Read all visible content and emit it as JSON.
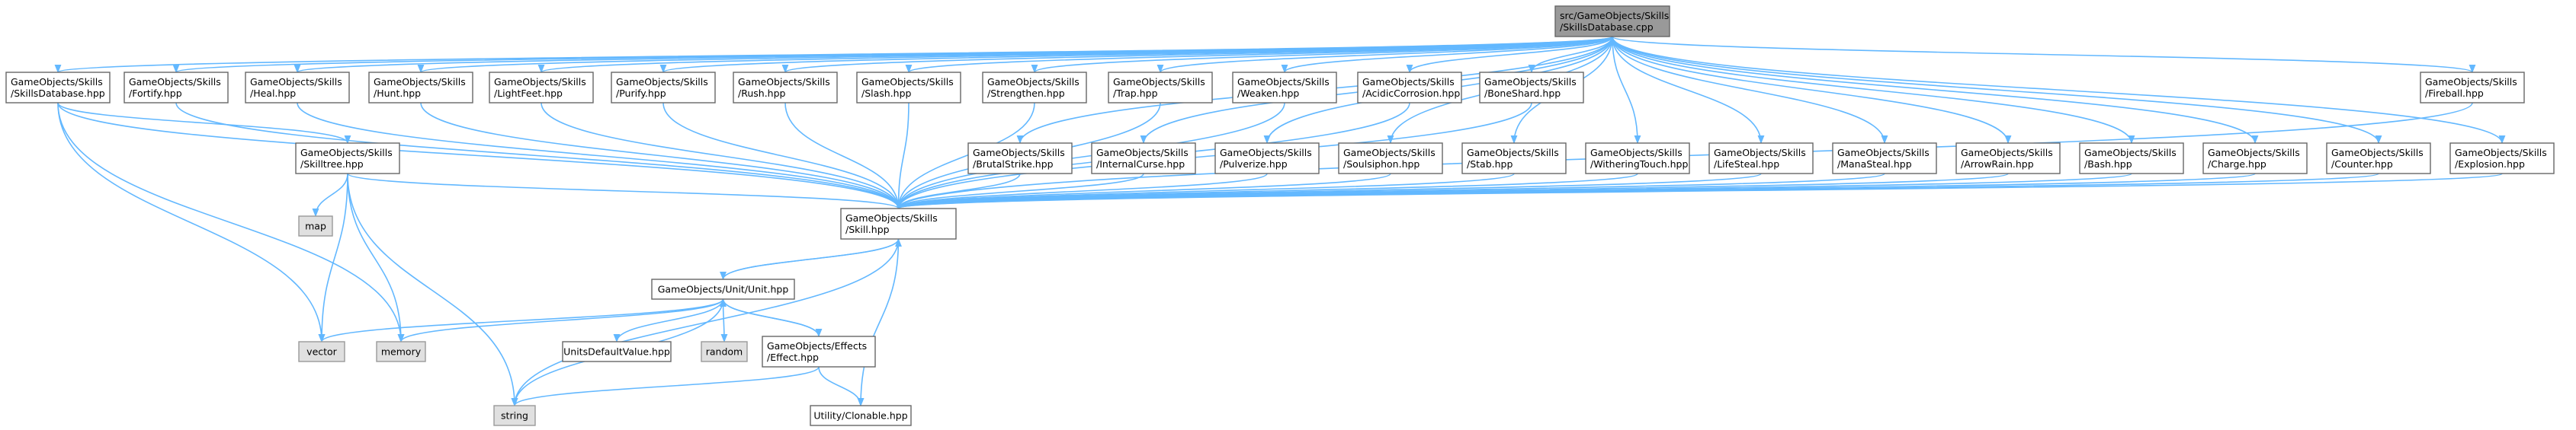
{
  "colors": {
    "edge": "#63b8ff",
    "root_fill": "#999999",
    "std_fill": "#e0e0e0",
    "node_fill": "#ffffff",
    "border": "#666666"
  },
  "nodes": [
    {
      "id": "root",
      "kind": "root",
      "lines": [
        "src/GameObjects/Skills",
        "/SkillsDatabase.cpp"
      ]
    },
    {
      "id": "db",
      "kind": "normal",
      "lines": [
        "GameObjects/Skills",
        "/SkillsDatabase.hpp"
      ]
    },
    {
      "id": "fortify",
      "kind": "normal",
      "lines": [
        "GameObjects/Skills",
        "/Fortify.hpp"
      ]
    },
    {
      "id": "heal",
      "kind": "normal",
      "lines": [
        "GameObjects/Skills",
        "/Heal.hpp"
      ]
    },
    {
      "id": "hunt",
      "kind": "normal",
      "lines": [
        "GameObjects/Skills",
        "/Hunt.hpp"
      ]
    },
    {
      "id": "lightfeet",
      "kind": "normal",
      "lines": [
        "GameObjects/Skills",
        "/LightFeet.hpp"
      ]
    },
    {
      "id": "purify",
      "kind": "normal",
      "lines": [
        "GameObjects/Skills",
        "/Purify.hpp"
      ]
    },
    {
      "id": "rush",
      "kind": "normal",
      "lines": [
        "GameObjects/Skills",
        "/Rush.hpp"
      ]
    },
    {
      "id": "slash",
      "kind": "normal",
      "lines": [
        "GameObjects/Skills",
        "/Slash.hpp"
      ]
    },
    {
      "id": "strengthen",
      "kind": "normal",
      "lines": [
        "GameObjects/Skills",
        "/Strengthen.hpp"
      ]
    },
    {
      "id": "trap",
      "kind": "normal",
      "lines": [
        "GameObjects/Skills",
        "/Trap.hpp"
      ]
    },
    {
      "id": "weaken",
      "kind": "normal",
      "lines": [
        "GameObjects/Skills",
        "/Weaken.hpp"
      ]
    },
    {
      "id": "acidic",
      "kind": "normal",
      "lines": [
        "GameObjects/Skills",
        "/AcidicCorrosion.hpp"
      ]
    },
    {
      "id": "boneshard",
      "kind": "normal",
      "lines": [
        "GameObjects/Skills",
        "/BoneShard.hpp"
      ]
    },
    {
      "id": "fireball",
      "kind": "normal",
      "lines": [
        "GameObjects/Skills",
        "/Fireball.hpp"
      ]
    },
    {
      "id": "skilltree",
      "kind": "normal",
      "lines": [
        "GameObjects/Skills",
        "/Skilltree.hpp"
      ]
    },
    {
      "id": "brutal",
      "kind": "normal",
      "lines": [
        "GameObjects/Skills",
        "/BrutalStrike.hpp"
      ]
    },
    {
      "id": "curse",
      "kind": "normal",
      "lines": [
        "GameObjects/Skills",
        "/InternalCurse.hpp"
      ]
    },
    {
      "id": "pulverize",
      "kind": "normal",
      "lines": [
        "GameObjects/Skills",
        "/Pulverize.hpp"
      ]
    },
    {
      "id": "soulsiphon",
      "kind": "normal",
      "lines": [
        "GameObjects/Skills",
        "/Soulsiphon.hpp"
      ]
    },
    {
      "id": "stab",
      "kind": "normal",
      "lines": [
        "GameObjects/Skills",
        "/Stab.hpp"
      ]
    },
    {
      "id": "withering",
      "kind": "normal",
      "lines": [
        "GameObjects/Skills",
        "/WitheringTouch.hpp"
      ]
    },
    {
      "id": "lifesteal",
      "kind": "normal",
      "lines": [
        "GameObjects/Skills",
        "/LifeSteal.hpp"
      ]
    },
    {
      "id": "manasteal",
      "kind": "normal",
      "lines": [
        "GameObjects/Skills",
        "/ManaSteal.hpp"
      ]
    },
    {
      "id": "arrowrain",
      "kind": "normal",
      "lines": [
        "GameObjects/Skills",
        "/ArrowRain.hpp"
      ]
    },
    {
      "id": "bash",
      "kind": "normal",
      "lines": [
        "GameObjects/Skills",
        "/Bash.hpp"
      ]
    },
    {
      "id": "charge",
      "kind": "normal",
      "lines": [
        "GameObjects/Skills",
        "/Charge.hpp"
      ]
    },
    {
      "id": "counter",
      "kind": "normal",
      "lines": [
        "GameObjects/Skills",
        "/Counter.hpp"
      ]
    },
    {
      "id": "explosion",
      "kind": "normal",
      "lines": [
        "GameObjects/Skills",
        "/Explosion.hpp"
      ]
    },
    {
      "id": "map",
      "kind": "std",
      "lines": [
        "map"
      ]
    },
    {
      "id": "skill",
      "kind": "normal",
      "lines": [
        "GameObjects/Skills",
        "/Skill.hpp"
      ]
    },
    {
      "id": "unit",
      "kind": "normal",
      "lines": [
        "GameObjects/Unit/Unit.hpp"
      ]
    },
    {
      "id": "vector",
      "kind": "std",
      "lines": [
        "vector"
      ]
    },
    {
      "id": "memory",
      "kind": "std",
      "lines": [
        "memory"
      ]
    },
    {
      "id": "unitsdefault",
      "kind": "normal",
      "lines": [
        "UnitsDefaultValue.hpp"
      ]
    },
    {
      "id": "random",
      "kind": "std",
      "lines": [
        "random"
      ]
    },
    {
      "id": "effect",
      "kind": "normal",
      "lines": [
        "GameObjects/Effects",
        "/Effect.hpp"
      ]
    },
    {
      "id": "string",
      "kind": "std",
      "lines": [
        "string"
      ]
    },
    {
      "id": "clonable",
      "kind": "normal",
      "lines": [
        "Utility/Clonable.hpp"
      ]
    }
  ],
  "edges": [
    [
      "root",
      "db"
    ],
    [
      "root",
      "fortify"
    ],
    [
      "root",
      "heal"
    ],
    [
      "root",
      "hunt"
    ],
    [
      "root",
      "lightfeet"
    ],
    [
      "root",
      "purify"
    ],
    [
      "root",
      "rush"
    ],
    [
      "root",
      "slash"
    ],
    [
      "root",
      "strengthen"
    ],
    [
      "root",
      "trap"
    ],
    [
      "root",
      "weaken"
    ],
    [
      "root",
      "acidic"
    ],
    [
      "root",
      "boneshard"
    ],
    [
      "root",
      "fireball"
    ],
    [
      "root",
      "brutal"
    ],
    [
      "root",
      "curse"
    ],
    [
      "root",
      "pulverize"
    ],
    [
      "root",
      "soulsiphon"
    ],
    [
      "root",
      "stab"
    ],
    [
      "root",
      "withering"
    ],
    [
      "root",
      "lifesteal"
    ],
    [
      "root",
      "manasteal"
    ],
    [
      "root",
      "arrowrain"
    ],
    [
      "root",
      "bash"
    ],
    [
      "root",
      "charge"
    ],
    [
      "root",
      "counter"
    ],
    [
      "root",
      "explosion"
    ],
    [
      "db",
      "skilltree"
    ],
    [
      "db",
      "skill"
    ],
    [
      "db",
      "vector"
    ],
    [
      "db",
      "memory"
    ],
    [
      "fortify",
      "skill"
    ],
    [
      "heal",
      "skill"
    ],
    [
      "hunt",
      "skill"
    ],
    [
      "lightfeet",
      "skill"
    ],
    [
      "purify",
      "skill"
    ],
    [
      "rush",
      "skill"
    ],
    [
      "slash",
      "skill"
    ],
    [
      "strengthen",
      "skill"
    ],
    [
      "trap",
      "skill"
    ],
    [
      "weaken",
      "skill"
    ],
    [
      "acidic",
      "skill"
    ],
    [
      "boneshard",
      "skill"
    ],
    [
      "fireball",
      "skill"
    ],
    [
      "brutal",
      "skill"
    ],
    [
      "curse",
      "skill"
    ],
    [
      "pulverize",
      "skill"
    ],
    [
      "soulsiphon",
      "skill"
    ],
    [
      "stab",
      "skill"
    ],
    [
      "withering",
      "skill"
    ],
    [
      "lifesteal",
      "skill"
    ],
    [
      "manasteal",
      "skill"
    ],
    [
      "arrowrain",
      "skill"
    ],
    [
      "bash",
      "skill"
    ],
    [
      "charge",
      "skill"
    ],
    [
      "counter",
      "skill"
    ],
    [
      "explosion",
      "skill"
    ],
    [
      "skilltree",
      "map"
    ],
    [
      "skilltree",
      "skill"
    ],
    [
      "skilltree",
      "vector"
    ],
    [
      "skilltree",
      "memory"
    ],
    [
      "skilltree",
      "string"
    ],
    [
      "skill",
      "unit"
    ],
    [
      "skill",
      "string"
    ],
    [
      "skill",
      "clonable"
    ],
    [
      "unit",
      "skill"
    ],
    [
      "unit",
      "vector"
    ],
    [
      "unit",
      "memory"
    ],
    [
      "unit",
      "unitsdefault"
    ],
    [
      "unit",
      "random"
    ],
    [
      "unit",
      "effect"
    ],
    [
      "unit",
      "string"
    ],
    [
      "effect",
      "unit"
    ],
    [
      "effect",
      "string"
    ],
    [
      "effect",
      "clonable"
    ]
  ]
}
